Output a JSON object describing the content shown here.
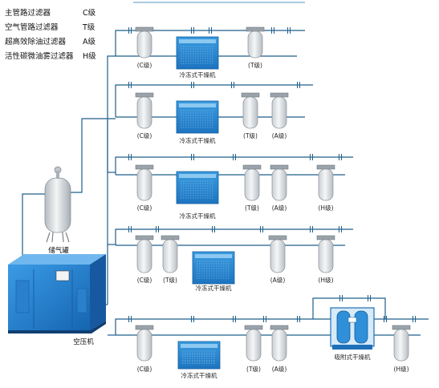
{
  "legend": [
    {
      "name": "主管路过滤器",
      "grade": "C级"
    },
    {
      "name": "空气管路过滤器",
      "grade": "T级"
    },
    {
      "name": "超高效除油过滤器",
      "grade": "A级"
    },
    {
      "name": "活性碳微油雾过滤器",
      "grade": "H级"
    }
  ],
  "filter_labels": {
    "c": "(C级)",
    "t": "(T级)",
    "a": "(A级)",
    "h": "(H级)"
  },
  "dryer_label": "冷冻式干燥机",
  "adsorption_dryer_label": "吸附式干燥机",
  "tank_label": "储气罐",
  "compressor_label": "空压机",
  "colors": {
    "pipe": "#1f5f8a",
    "device_blue": "#2f8fd8",
    "filter_gray": "#dfe2e5",
    "compressor_blue": "#1e7fd0"
  }
}
